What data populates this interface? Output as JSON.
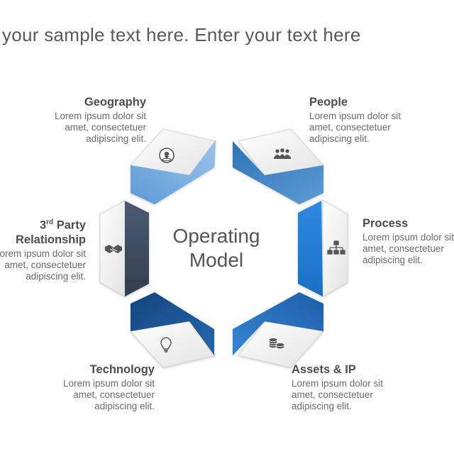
{
  "headline": "is your sample text here. Enter your text here",
  "center": {
    "line1": "Operating",
    "line2": "Model"
  },
  "segments": [
    {
      "key": "geography",
      "title": "Geography",
      "sup": "",
      "title_rest": "",
      "desc": [
        "Lorem ipsum dolor sit",
        "amet, consectetuer",
        "adipiscing elit."
      ],
      "icon": "globe-pin-icon",
      "color": "#5b9bd5"
    },
    {
      "key": "people",
      "title": "People",
      "sup": "",
      "title_rest": "",
      "desc": [
        "Lorem ipsum dolor sit",
        "amet, consectetuer",
        "adipiscing elit."
      ],
      "icon": "people-group-icon",
      "color": "#2e75b6"
    },
    {
      "key": "process",
      "title": "Process",
      "sup": "",
      "title_rest": "",
      "desc": [
        "Lorem ipsum dolor sit",
        "amet, consectetuer",
        "adipiscing elit."
      ],
      "icon": "org-chart-icon",
      "color": "#1f7ed6"
    },
    {
      "key": "assets",
      "title": "Assets & IP",
      "sup": "",
      "title_rest": "",
      "desc": [
        "Lorem ipsum dolor sit",
        "amet, consectetuer",
        "adipiscing elit."
      ],
      "icon": "coins-icon",
      "color": "#2c6fb7"
    },
    {
      "key": "technology",
      "title": "Technology",
      "sup": "",
      "title_rest": "",
      "desc": [
        "Lorem ipsum dolor sit",
        "amet, consectetuer",
        "adipiscing elit."
      ],
      "icon": "lightbulb-icon",
      "color": "#1d5a9e"
    },
    {
      "key": "third_party",
      "title": "3",
      "sup": "rd",
      "title_rest": " Party",
      "title_line2": "Relationship",
      "desc": [
        "Lorem ipsum dolor sit",
        "amet, consectetuer",
        "adipiscing elit."
      ],
      "icon": "handshake-icon",
      "color": "#44546a"
    }
  ]
}
